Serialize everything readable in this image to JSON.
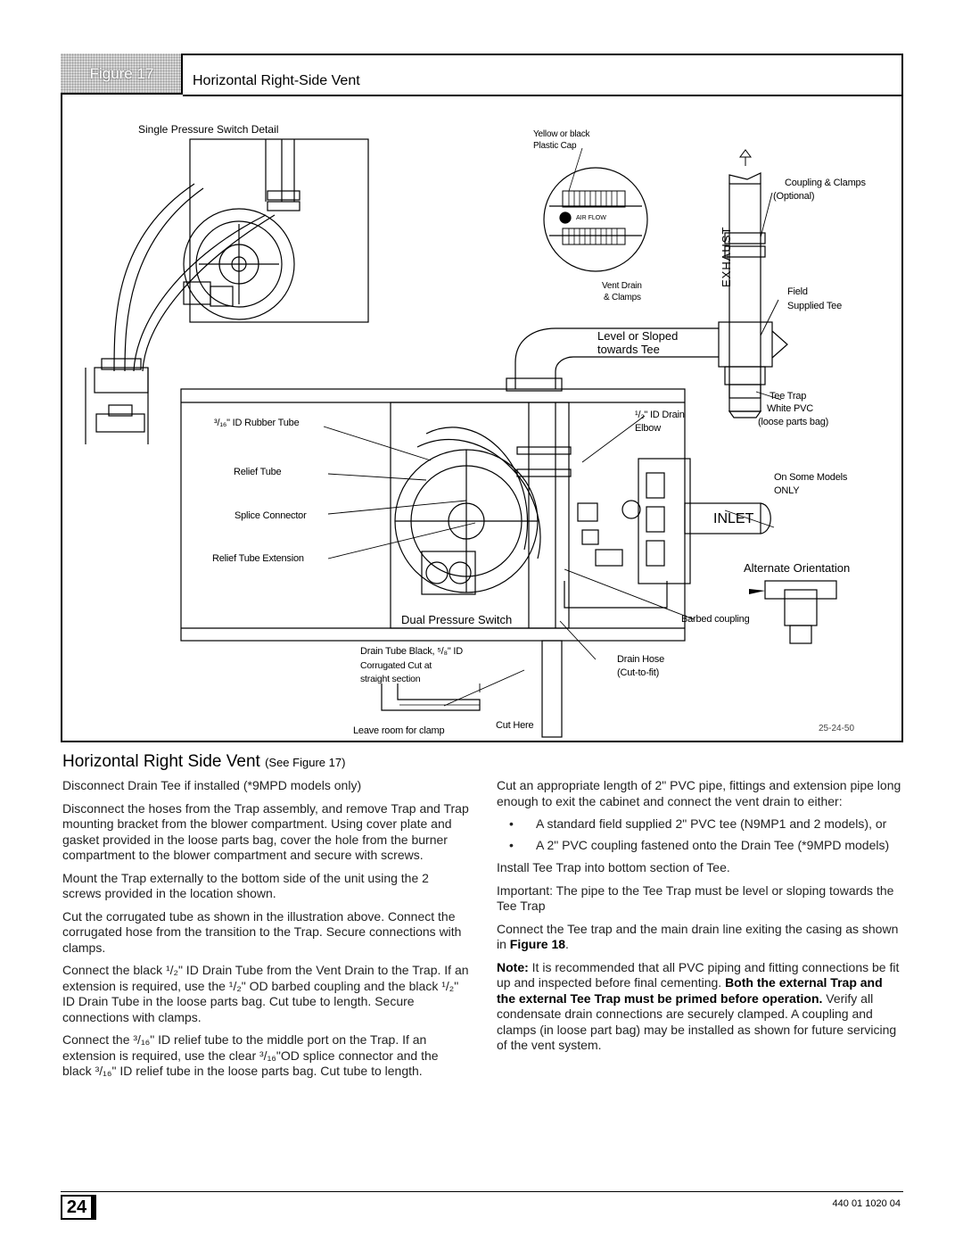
{
  "figure": {
    "number_label": "Figure 17",
    "title": "Horizontal Right-Side Vent",
    "code": "25-24-50",
    "labels": {
      "single_pressure_switch": "Single Pressure Switch Detail",
      "cap_line1": "Yellow or black",
      "cap_line2": "Plastic Cap",
      "air_flow": "AIR FLOW",
      "vent_drain_line1": "Vent Drain",
      "vent_drain_line2": "& Clamps",
      "coupling_line1": "Coupling & Clamps",
      "coupling_line2": "(Optional)",
      "exhaust": "EXHAUST",
      "field_tee_line1": "Field",
      "field_tee_line2": "Supplied Tee",
      "level_line1": "Level or Sloped",
      "level_line2": "towards Tee",
      "tee_trap_line1": "Tee Trap",
      "tee_trap_line2": "White PVC",
      "tee_trap_line3": "(loose parts bag)",
      "rubber_tube": "³/₁₆\" ID Rubber Tube",
      "drain_elbow_line1": "¹/₂\" ID Drain",
      "drain_elbow_line2": "Elbow",
      "relief_tube": "Relief Tube",
      "splice_connector": "Splice Connector",
      "relief_tube_extension": "Relief Tube Extension",
      "on_some_models_line1": "On Some Models",
      "on_some_models_line2": "ONLY",
      "inlet": "INLET",
      "alternate_orientation": "Alternate Orientation",
      "dual_pressure_switch": "Dual Pressure Switch",
      "barbed_coupling": "Barbed coupling",
      "drain_tube_line1": "Drain Tube Black, ⁵/₈\" ID",
      "drain_tube_line2": "Corrugated Cut at",
      "drain_tube_line3": "straight section",
      "drain_hose_line1": "Drain Hose",
      "drain_hose_line2": "(Cut-to-fit)",
      "leave_room": "Leave room for clamp",
      "cut_here": "Cut Here"
    }
  },
  "section": {
    "title": "Horizontal Right Side Vent",
    "title_ref": "(See Figure 17)"
  },
  "left_column": [
    "Disconnect Drain Tee if installed (*9MPD models only)",
    "Disconnect the hoses from the Trap assembly, and remove Trap and Trap mounting bracket from the blower compartment. Using cover plate and gasket provided in the loose parts bag, cover the hole from the burner compartment to the blower compartment and secure with screws.",
    "Mount the Trap externally to the bottom side of the unit using the 2 screws provided in the location shown.",
    "Cut the corrugated tube as shown in the illustration above. Connect the corrugated hose from the transition to the Trap. Secure connections with clamps.",
    "Connect the black ¹/₂\" ID Drain Tube from the Vent Drain to the Trap. If an extension is required, use the ¹/₂\" OD barbed coupling and the black ¹/₂\" ID Drain Tube in the loose parts bag. Cut tube to length. Secure connections with clamps.",
    "Connect the ³/₁₆\" ID relief tube to the middle port on the Trap. If an extension is required, use the clear ³/₁₆\"OD splice connector and the black ³/₁₆\" ID relief tube in the loose parts bag. Cut tube to length."
  ],
  "right_column": {
    "intro": "Cut an appropriate length of 2\" PVC pipe, fittings and extension pipe long enough to exit the cabinet and connect the vent drain to either:",
    "bullets": [
      "A standard field supplied 2\" PVC tee (N9MP1 and 2 models), or",
      "A 2\" PVC coupling fastened onto the Drain Tee (*9MPD models)"
    ],
    "p_install": "Install Tee Trap into bottom section of Tee.",
    "p_important": "Important: The pipe to the Tee Trap must be level or sloping towards the Tee Trap",
    "p_connect_a": "Connect the Tee trap and the main drain line exiting the casing as shown in ",
    "p_connect_b": "Figure 18",
    "p_connect_c": ".",
    "note_label": "Note:",
    "note_a": " It is recommended that all PVC piping and fitting connections be fit up and inspected before final cementing. ",
    "note_bold": "Both the external Trap and the external Tee Trap must be primed before operation.",
    "note_b": " Verify all condensate drain connections are securely clamped. A coupling and clamps (in loose part bag) may be installed as shown for future servicing of the vent system."
  },
  "footer": {
    "page_number": "24",
    "doc_number": "440 01 1020 04"
  }
}
